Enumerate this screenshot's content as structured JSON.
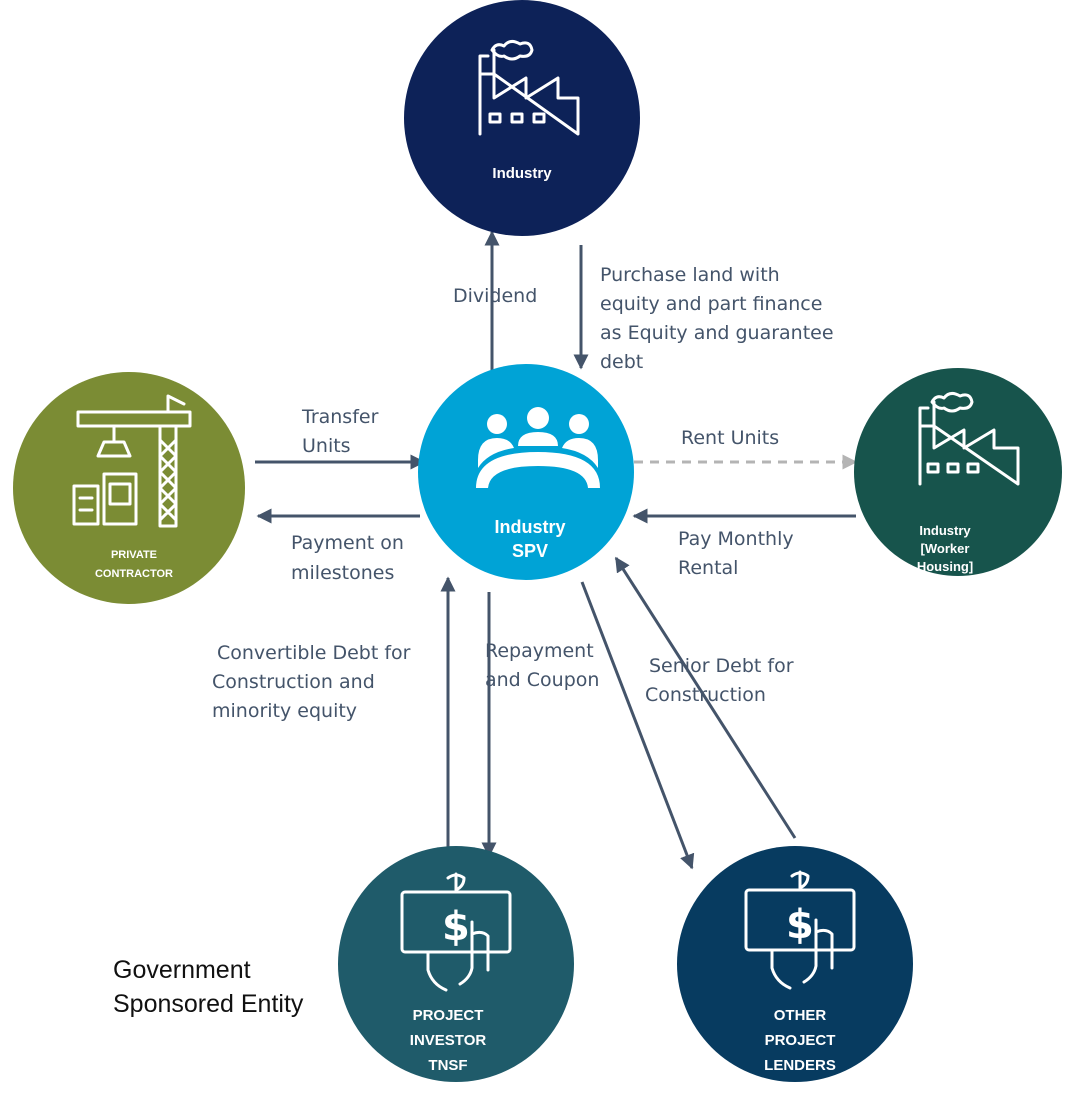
{
  "nodes": {
    "industry": {
      "label": "Industry",
      "color": "#0d2258",
      "icon": "factory-icon"
    },
    "spv": {
      "label_line1": "Industry",
      "label_line2": "SPV",
      "color": "#00a3d6",
      "icon": "people-meeting-icon"
    },
    "contractor": {
      "label_line1": "PRIVATE",
      "label_line2": "CONTRACTOR",
      "color": "#7b8c34",
      "icon": "construction-crane-icon"
    },
    "worker_housing": {
      "label_line1": "Industry",
      "label_line2": "[Worker",
      "label_line3": "Housing]",
      "color": "#17544c",
      "icon": "factory-icon"
    },
    "project_investor": {
      "label_line1": "PROJECT",
      "label_line2": "INVESTOR",
      "label_line3": "TNSF",
      "color": "#1f5b6a",
      "icon": "money-hand-icon"
    },
    "other_lenders": {
      "label_line1": "OTHER",
      "label_line2": "PROJECT",
      "label_line3": "LENDERS",
      "color": "#073b60",
      "icon": "money-hand-icon"
    }
  },
  "flows": {
    "dividend": [
      "Dividend"
    ],
    "purchase_land": [
      "Purchase land with",
      "equity and part finance",
      "as Equity and guarantee",
      "debt"
    ],
    "transfer_units": [
      "Transfer",
      "Units"
    ],
    "payment_milestones": [
      "Payment on",
      "milestones"
    ],
    "rent_units": [
      "Rent Units"
    ],
    "pay_rental": [
      "Pay Monthly",
      "Rental"
    ],
    "convertible_debt": [
      "Convertible Debt for",
      "Construction and",
      "minority equity"
    ],
    "repayment": [
      "Repayment",
      "and  Coupon"
    ],
    "senior_debt": [
      "Senior Debt for",
      "Construction"
    ]
  },
  "caption": [
    "Government",
    "Sponsored  Entity"
  ],
  "colors": {
    "arrow": "#44546a",
    "dashed_arrow": "#b4b4b4"
  }
}
